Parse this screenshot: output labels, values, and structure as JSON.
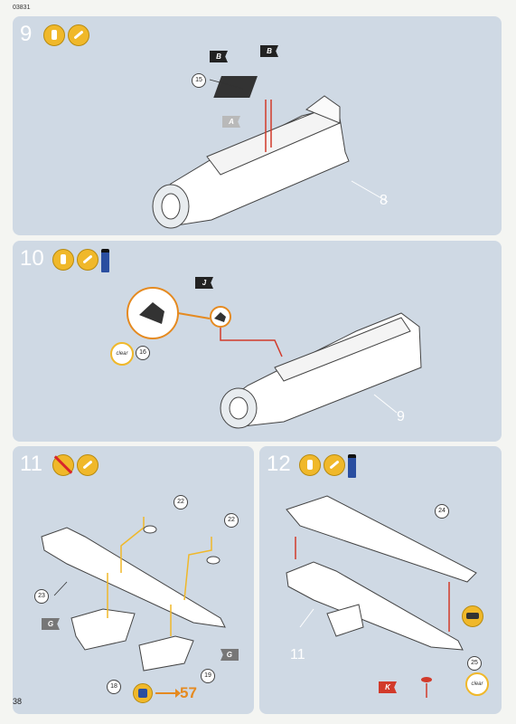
{
  "page": {
    "code": "03831",
    "page_number": "38"
  },
  "steps": [
    {
      "number": "9",
      "icons": [
        "glue-icon",
        "paint-brush-icon"
      ],
      "parts": [
        "15"
      ],
      "flags": [
        "B",
        "B",
        "A"
      ],
      "reference": "8"
    },
    {
      "number": "10",
      "icons": [
        "glue-icon",
        "paint-brush-icon",
        "paint-bottle-icon"
      ],
      "parts": [
        "16"
      ],
      "flags": [
        "J"
      ],
      "clear_label": "clear",
      "reference": "9"
    },
    {
      "number": "11",
      "icons": [
        "no-glue-icon",
        "paint-brush-icon"
      ],
      "parts": [
        "22",
        "22",
        "23",
        "18",
        "19"
      ],
      "flags": [
        "G",
        "G"
      ],
      "goto": "57"
    },
    {
      "number": "12",
      "icons": [
        "glue-icon",
        "paint-brush-icon",
        "paint-bottle-icon"
      ],
      "parts": [
        "24",
        "25"
      ],
      "flags": [
        "K"
      ],
      "clear_label": "clear",
      "reference": "11"
    }
  ],
  "colors": {
    "panel": "#cfd9e4",
    "accent": "#f0b82a",
    "arrow_red": "#d23a2a",
    "arrow_orange": "#e58a20"
  }
}
